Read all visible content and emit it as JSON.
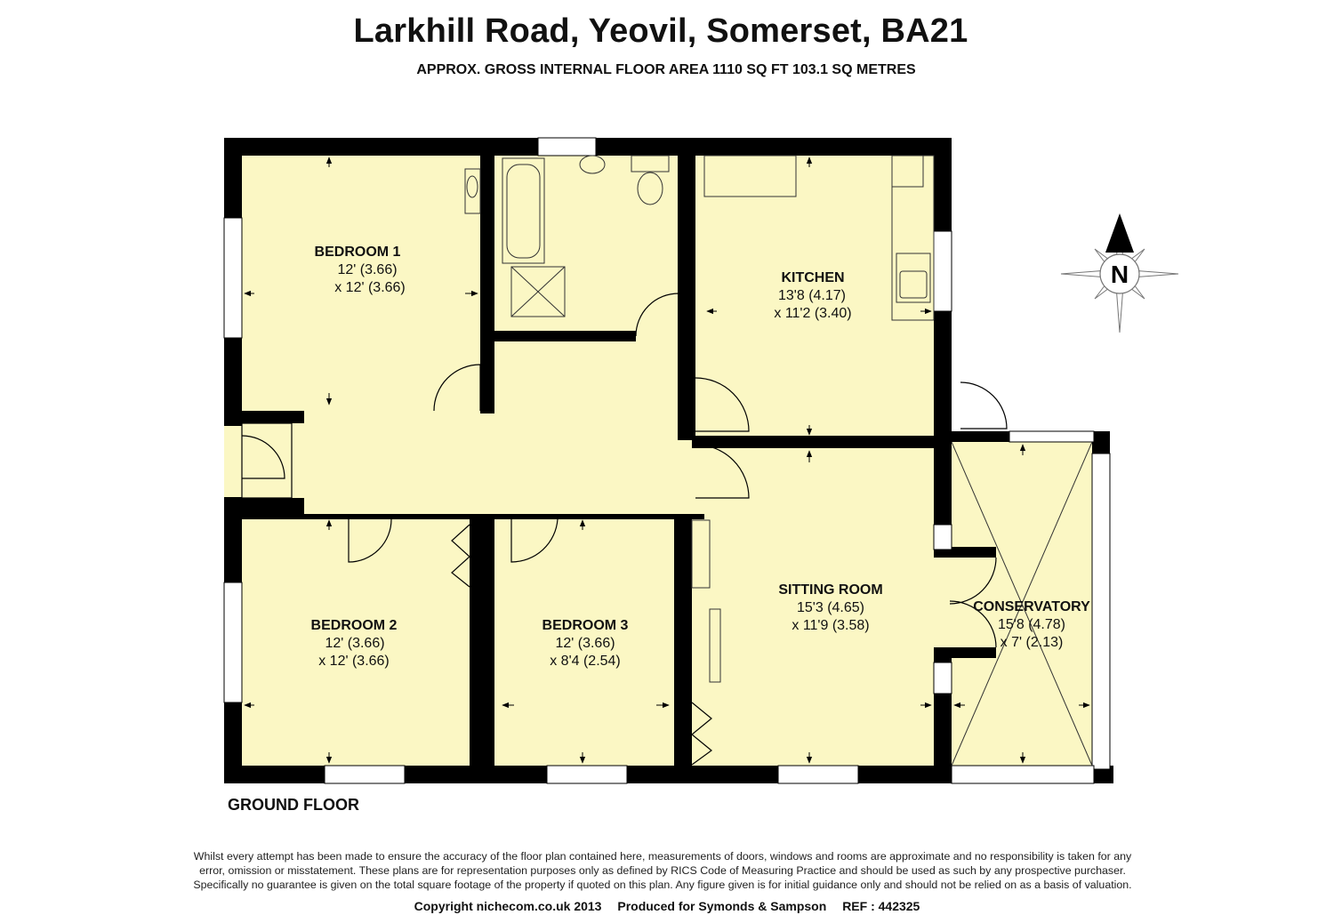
{
  "header": {
    "title": "Larkhill Road, Yeovil, Somerset, BA21",
    "subtitle": "APPROX. GROSS INTERNAL FLOOR AREA 1110 SQ FT 103.1 SQ METRES"
  },
  "rooms": {
    "bedroom1": {
      "name": "BEDROOM 1",
      "dim1": "12' (3.66)",
      "dim2": "x 12' (3.66)"
    },
    "kitchen": {
      "name": "KITCHEN",
      "dim1": "13'8 (4.17)",
      "dim2": "x 11'2 (3.40)"
    },
    "bedroom2": {
      "name": "BEDROOM 2",
      "dim1": "12' (3.66)",
      "dim2": "x 12' (3.66)"
    },
    "bedroom3": {
      "name": "BEDROOM 3",
      "dim1": "12' (3.66)",
      "dim2": "x 8'4 (2.54)"
    },
    "sitting": {
      "name": "SITTING ROOM",
      "dim1": "15'3 (4.65)",
      "dim2": "x 11'9 (3.58)"
    },
    "conservatory": {
      "name": "CONSERVATORY",
      "dim1": "15'8 (4.78)",
      "dim2": "x 7' (2.13)"
    }
  },
  "compass": {
    "label": "N"
  },
  "floor_label": "GROUND FLOOR",
  "disclaimer": {
    "line1": "Whilst every attempt has been made to ensure the accuracy of the floor plan contained here, measurements of doors, windows and rooms are approximate and no responsibility is taken for any",
    "line2": "error, omission or misstatement. These plans are for representation purposes only as defined by RICS Code of Measuring Practice and should be used as such by any prospective purchaser.",
    "line3": "Specifically no guarantee is given on the total square footage of the property if quoted on this plan. Any figure given is for initial guidance only and should not be relied on as a basis of valuation."
  },
  "footer": {
    "copyright": "Copyright nichecom.co.uk 2013",
    "produced": "Produced for Symonds & Sampson",
    "ref": "REF : 442325"
  },
  "colors": {
    "floor": "#fbf7c4",
    "wall": "#000000",
    "window": "#ffffff",
    "line": "#333333"
  }
}
